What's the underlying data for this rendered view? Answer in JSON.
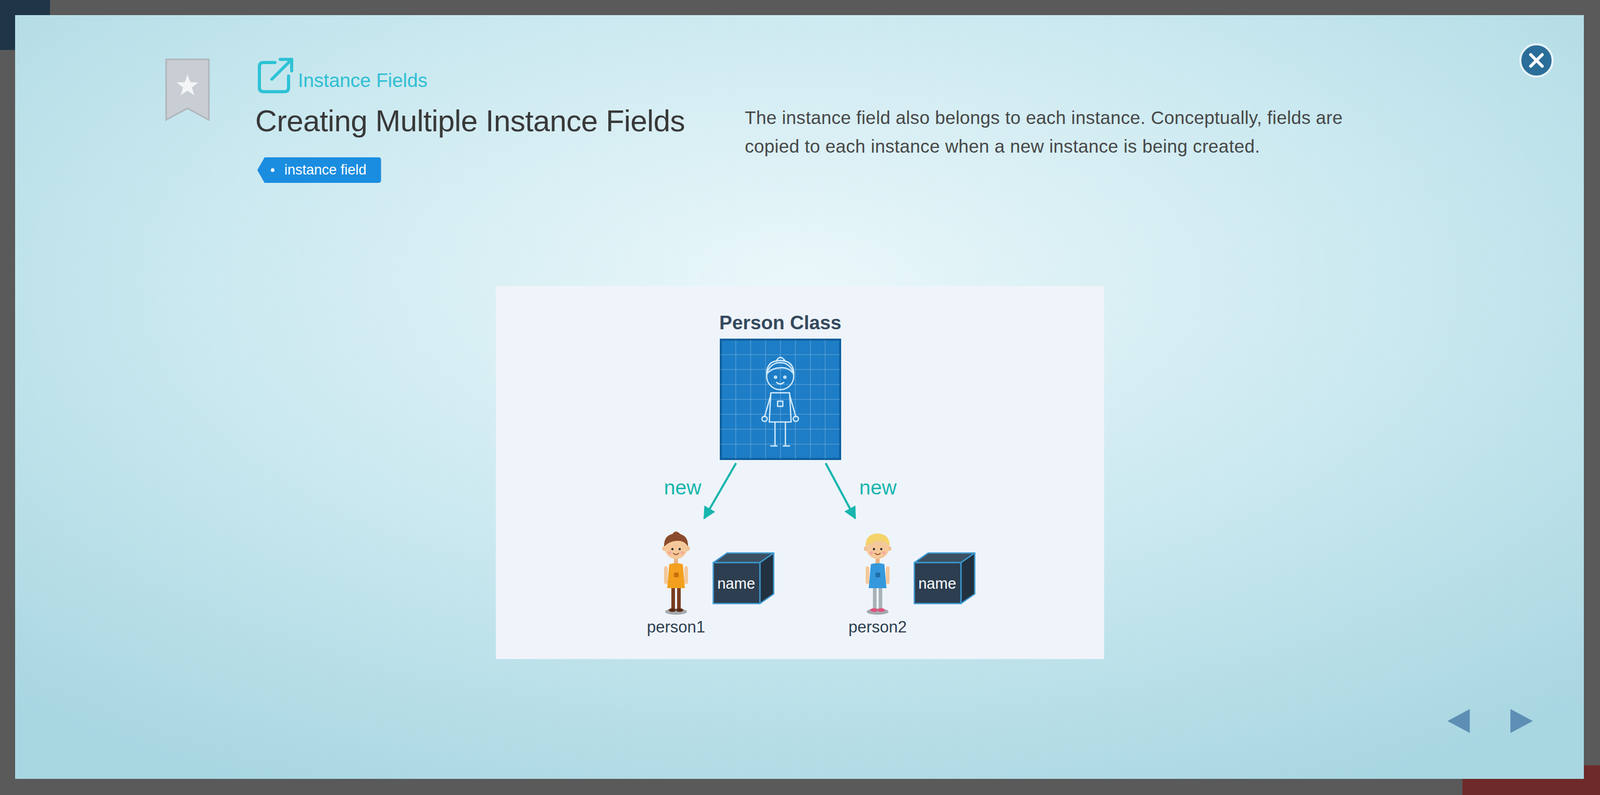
{
  "diagram": {
    "title": "Creating Multiple Instance Fields",
    "nodes": [
      {
        "text": [
          "Person Class"
        ]
      },
      {
        "text": [
          "person1"
        ]
      },
      {
        "text": [
          "name"
        ]
      },
      {
        "text": [
          "person2"
        ]
      },
      {
        "text": [
          "name"
        ]
      }
    ],
    "edges": [
      {
        "from": 0,
        "to": 1,
        "arrow": "to",
        "label": "new"
      },
      {
        "from": 0,
        "to": 3,
        "arrow": "to",
        "label": "new"
      }
    ],
    "labels": [
      "Instance Fields",
      "instance field",
      "The instance field also belongs to each instance. Conceptually, fields are copied to each instance when a new instance is being created."
    ]
  }
}
